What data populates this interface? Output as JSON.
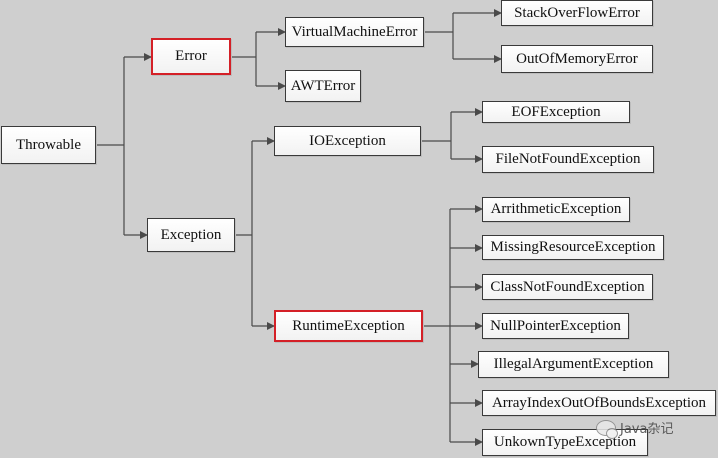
{
  "nodes": {
    "throwable": "Throwable",
    "error": "Error",
    "exception": "Exception",
    "virtual_machine_error": "VirtualMachineError",
    "awt_error": "AWTError",
    "stack_overflow_error": "StackOverFlowError",
    "out_of_memory_error": "OutOfMemoryError",
    "io_exception": "IOException",
    "eof_exception": "EOFException",
    "file_not_found_exception": "FileNotFoundException",
    "runtime_exception": "RuntimeException",
    "arithmetic_exception": "ArrithmeticException",
    "missing_resource_exception": "MissingResourceException",
    "class_not_found_exception": "ClassNotFoundException",
    "null_pointer_exception": "NullPointerException",
    "illegal_argument_exception": "IllegalArgumentException",
    "array_index_out_of_bounds_exception": "ArrayIndexOutOfBoundsException",
    "unknown_type_exception": "UnkownTypeException"
  },
  "highlighted": [
    "error",
    "runtime_exception"
  ],
  "colors": {
    "highlight": "#d42027",
    "background": "#cfcfcf",
    "line": "#4a4a4a"
  },
  "watermark": {
    "text": "Java杂记",
    "icon": "wechat-icon"
  }
}
